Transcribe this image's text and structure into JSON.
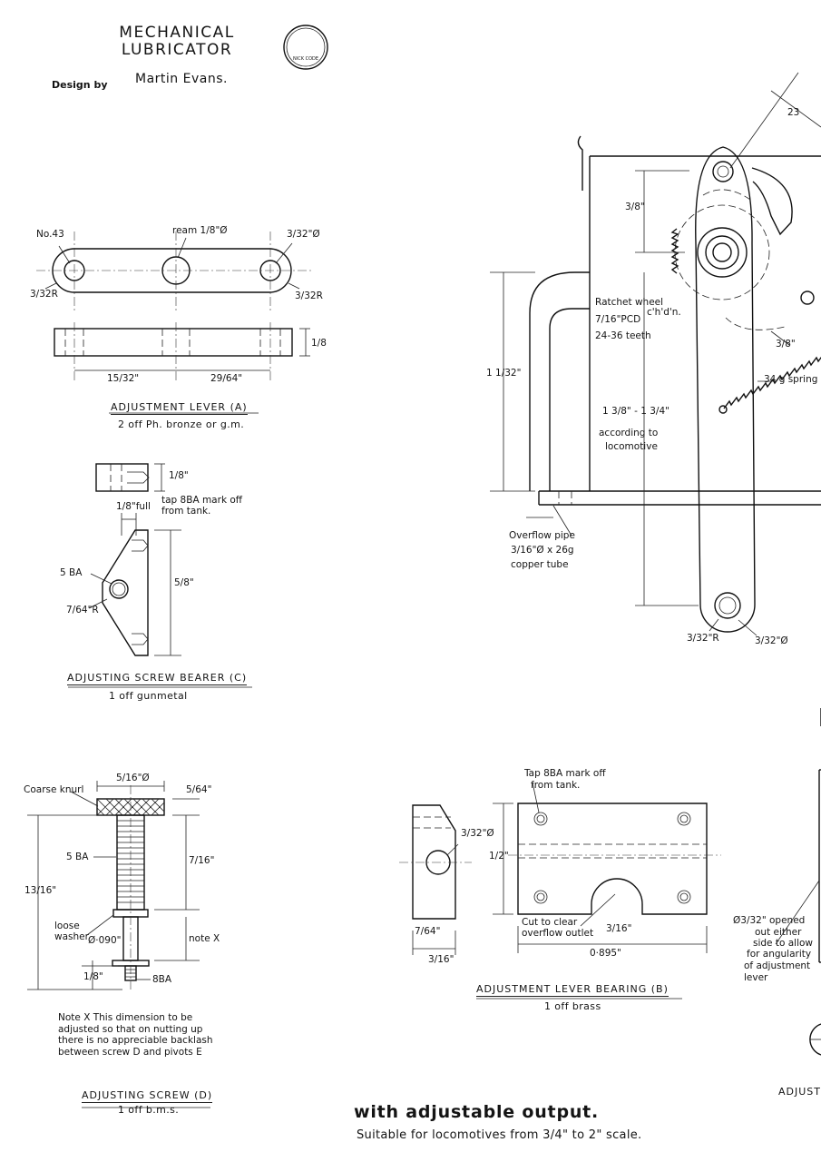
{
  "header": {
    "title_line1": "MECHANICAL",
    "title_line2": "LUBRICATOR",
    "design_by": "Design by",
    "designer": "Martin Evans.",
    "stamp_text": "NICK CODE"
  },
  "adjustment_lever": {
    "caption": "ADJUSTMENT LEVER (A)",
    "sub": "2 off  Ph. bronze or g.m.",
    "labels": {
      "no43": "No.43",
      "ream": "ream 1/8\"Ø",
      "hole_right": "3/32\"Ø",
      "r_left": "3/32R",
      "r_right": "3/32R",
      "thickness": "1/8",
      "dim1": "15/32\"",
      "dim2": "29/64\""
    }
  },
  "bearer": {
    "caption": "ADJUSTING SCREW BEARER (C)",
    "sub": "1 off  gunmetal",
    "labels": {
      "thick": "1/8\"",
      "full": "1/8\"full",
      "tap": "tap 8BA mark off",
      "tap2": "from tank.",
      "ba5": "5 BA",
      "r": "7/64\"R",
      "height": "5/8\""
    }
  },
  "main_view": {
    "labels": {
      "dim_38": "3/8\"",
      "ratchet1": "Ratchet wheel",
      "ratchet2": "c'h'd'n.",
      "pcd": "7/16\"PCD",
      "teeth": "24-36 teeth",
      "height": "1 1/32\"",
      "range": "1 3/8\" - 1 3/4\"",
      "according": "according to",
      "loco": "locomotive",
      "spring": "34 g spring",
      "dim_38b": "3/8\"",
      "dim_23": "23",
      "overflow1": "Overflow pipe",
      "overflow2": "3/16\"Ø x 26g",
      "overflow3": "copper tube",
      "r_bottom": "3/32\"R",
      "hole_bottom": "3/32\"Ø"
    }
  },
  "screw": {
    "caption": "ADJUSTING SCREW (D)",
    "sub": "1 off  b.m.s.",
    "labels": {
      "knurl": "Coarse knurl",
      "dia": "5/16\"Ø",
      "top": "5/64\"",
      "ba5": "5 BA",
      "len": "7/16\"",
      "total": "13/16\"",
      "washer1": "loose",
      "washer2": "washer",
      "washer_dia": "Ø·090\"",
      "notex": "note X",
      "bottom": "1/8\"",
      "ba8": "8BA"
    },
    "note": "Note X  This dimension to be adjusted so that on nutting up there is no appreciable backlash between screw D and pivots E"
  },
  "lever_bearing": {
    "caption": "ADJUSTMENT LEVER BEARING (B)",
    "sub": "1 off  brass",
    "labels": {
      "tap1": "Tap 8BA mark off",
      "tap2": "from tank.",
      "hole": "3/32\"Ø",
      "height": "1/2\"",
      "w1": "7/64\"",
      "w2": "3/16\"",
      "cut1": "Cut to clear",
      "cut2": "overflow outlet",
      "cut_dim": "3/16\"",
      "length": "0·895\""
    }
  },
  "right_fragment": {
    "opened1": "Ø3/32\" opened",
    "opened2": "out either",
    "opened3": "side to allow",
    "opened4": "for angularity",
    "opened5": "of adjustment",
    "opened6": "lever",
    "caption_partial": "ADJUST"
  },
  "footer": {
    "line1": "with adjustable output.",
    "line2": "Suitable for locomotives from 3/4\" to 2\" scale."
  }
}
